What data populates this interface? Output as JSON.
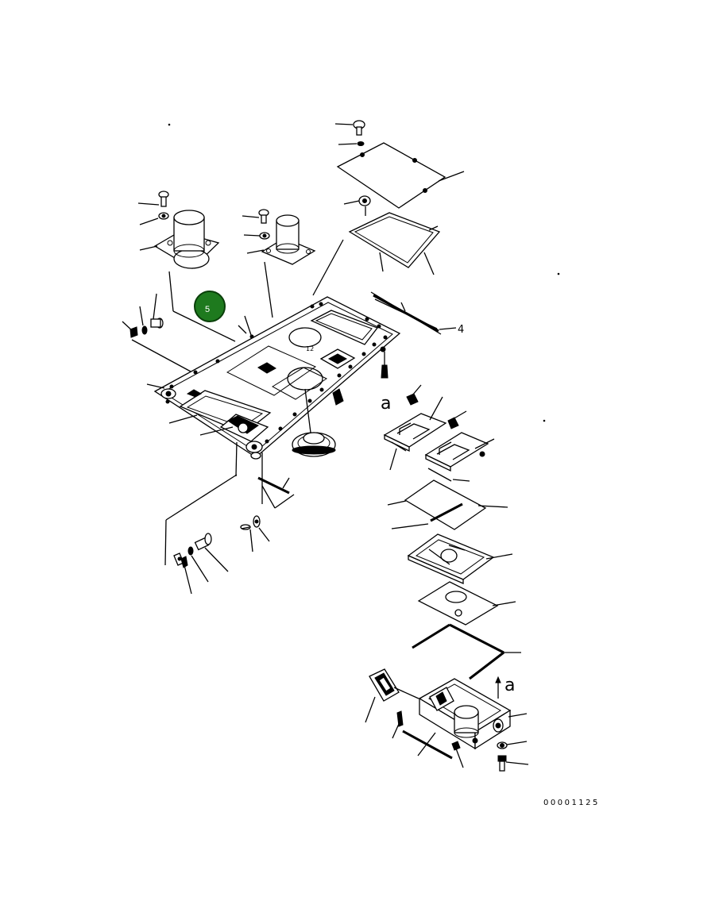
{
  "diagram": {
    "drawing_number": "00001125",
    "callouts": {
      "item_4": "4",
      "hotspot_5": "5",
      "ref_a_top": "a",
      "ref_a_bottom": "a",
      "ref_12": "12"
    },
    "hotspot_color": "#1e7a1e"
  }
}
